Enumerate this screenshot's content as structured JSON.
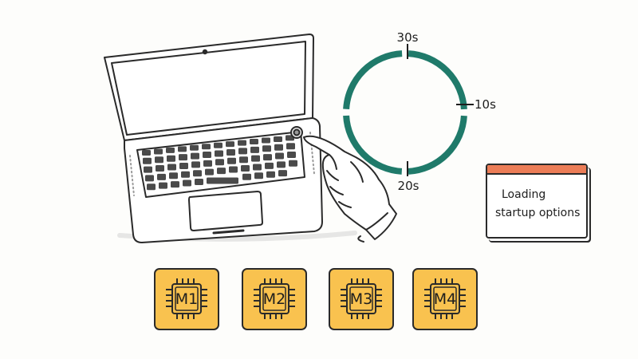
{
  "timer": {
    "labels": {
      "top": "30s",
      "right": "10s",
      "bottom": "20s"
    },
    "ring_color": "#1f7a6a"
  },
  "note": {
    "lines": [
      "Loading",
      "startup options"
    ],
    "header_color": "#ec7d57"
  },
  "chips": [
    {
      "label": "M1"
    },
    {
      "label": "M2"
    },
    {
      "label": "M3"
    },
    {
      "label": "M4"
    }
  ],
  "chip_color": "#f9c24f",
  "icons": [
    "laptop-icon",
    "power-button-icon",
    "pointing-hand-icon",
    "chip-icon"
  ]
}
